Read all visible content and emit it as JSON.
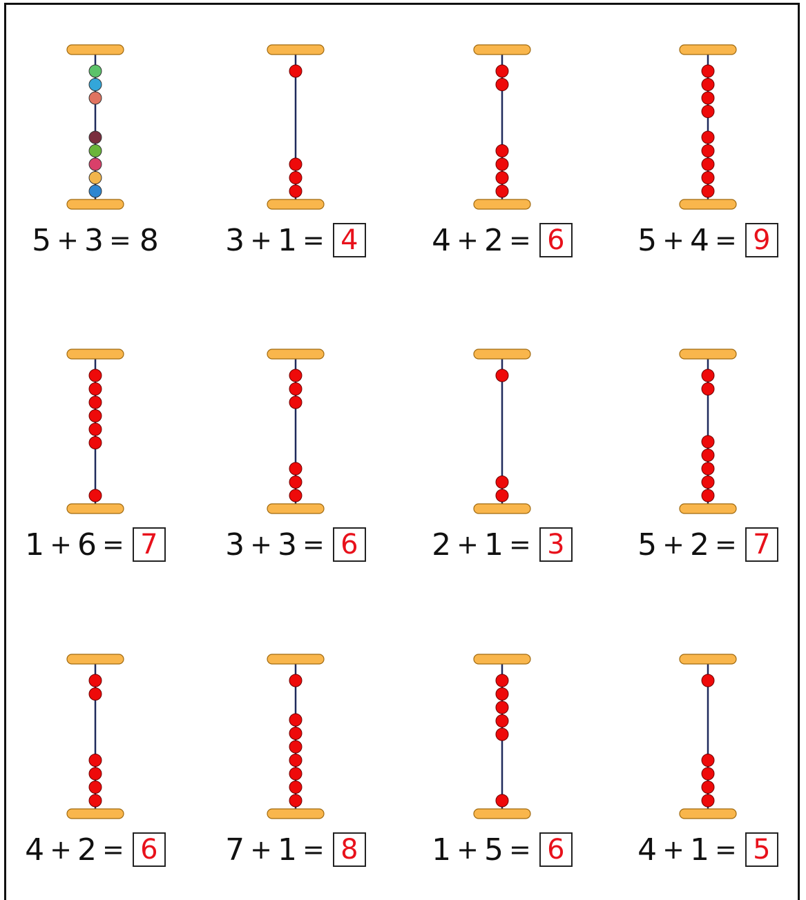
{
  "worksheet": {
    "colors": {
      "bar": "#f9b64c",
      "bar_stroke": "#a06a10",
      "rod": "#1f2a5c",
      "bead": "#ee0a0a",
      "bead_stroke": "#6e0000",
      "answer": "#e8111b"
    },
    "problems": [
      {
        "a": "5",
        "b": "3",
        "answer": "8",
        "boxed": false,
        "top_beads": 3,
        "bottom_beads": 5,
        "bead_colors": [
          "#5cc26a",
          "#33a6d9",
          "#e07360",
          "#7a2e3e",
          "#6ab53a",
          "#d9406a",
          "#f2b54c",
          "#2e86d1"
        ]
      },
      {
        "a": "3",
        "b": "1",
        "answer": "4",
        "boxed": true,
        "top_beads": 1,
        "bottom_beads": 3
      },
      {
        "a": "4",
        "b": "2",
        "answer": "6",
        "boxed": true,
        "top_beads": 2,
        "bottom_beads": 4
      },
      {
        "a": "5",
        "b": "4",
        "answer": "9",
        "boxed": true,
        "top_beads": 4,
        "bottom_beads": 5
      },
      {
        "a": "1",
        "b": "6",
        "answer": "7",
        "boxed": true,
        "top_beads": 6,
        "bottom_beads": 1
      },
      {
        "a": "3",
        "b": "3",
        "answer": "6",
        "boxed": true,
        "top_beads": 3,
        "bottom_beads": 3
      },
      {
        "a": "2",
        "b": "1",
        "answer": "3",
        "boxed": true,
        "top_beads": 1,
        "bottom_beads": 2
      },
      {
        "a": "5",
        "b": "2",
        "answer": "7",
        "boxed": true,
        "top_beads": 2,
        "bottom_beads": 5
      },
      {
        "a": "4",
        "b": "2",
        "answer": "6",
        "boxed": true,
        "top_beads": 2,
        "bottom_beads": 4
      },
      {
        "a": "7",
        "b": "1",
        "answer": "8",
        "boxed": true,
        "top_beads": 1,
        "bottom_beads": 7
      },
      {
        "a": "1",
        "b": "5",
        "answer": "6",
        "boxed": true,
        "top_beads": 5,
        "bottom_beads": 1
      },
      {
        "a": "4",
        "b": "1",
        "answer": "5",
        "boxed": true,
        "top_beads": 1,
        "bottom_beads": 4
      }
    ]
  }
}
